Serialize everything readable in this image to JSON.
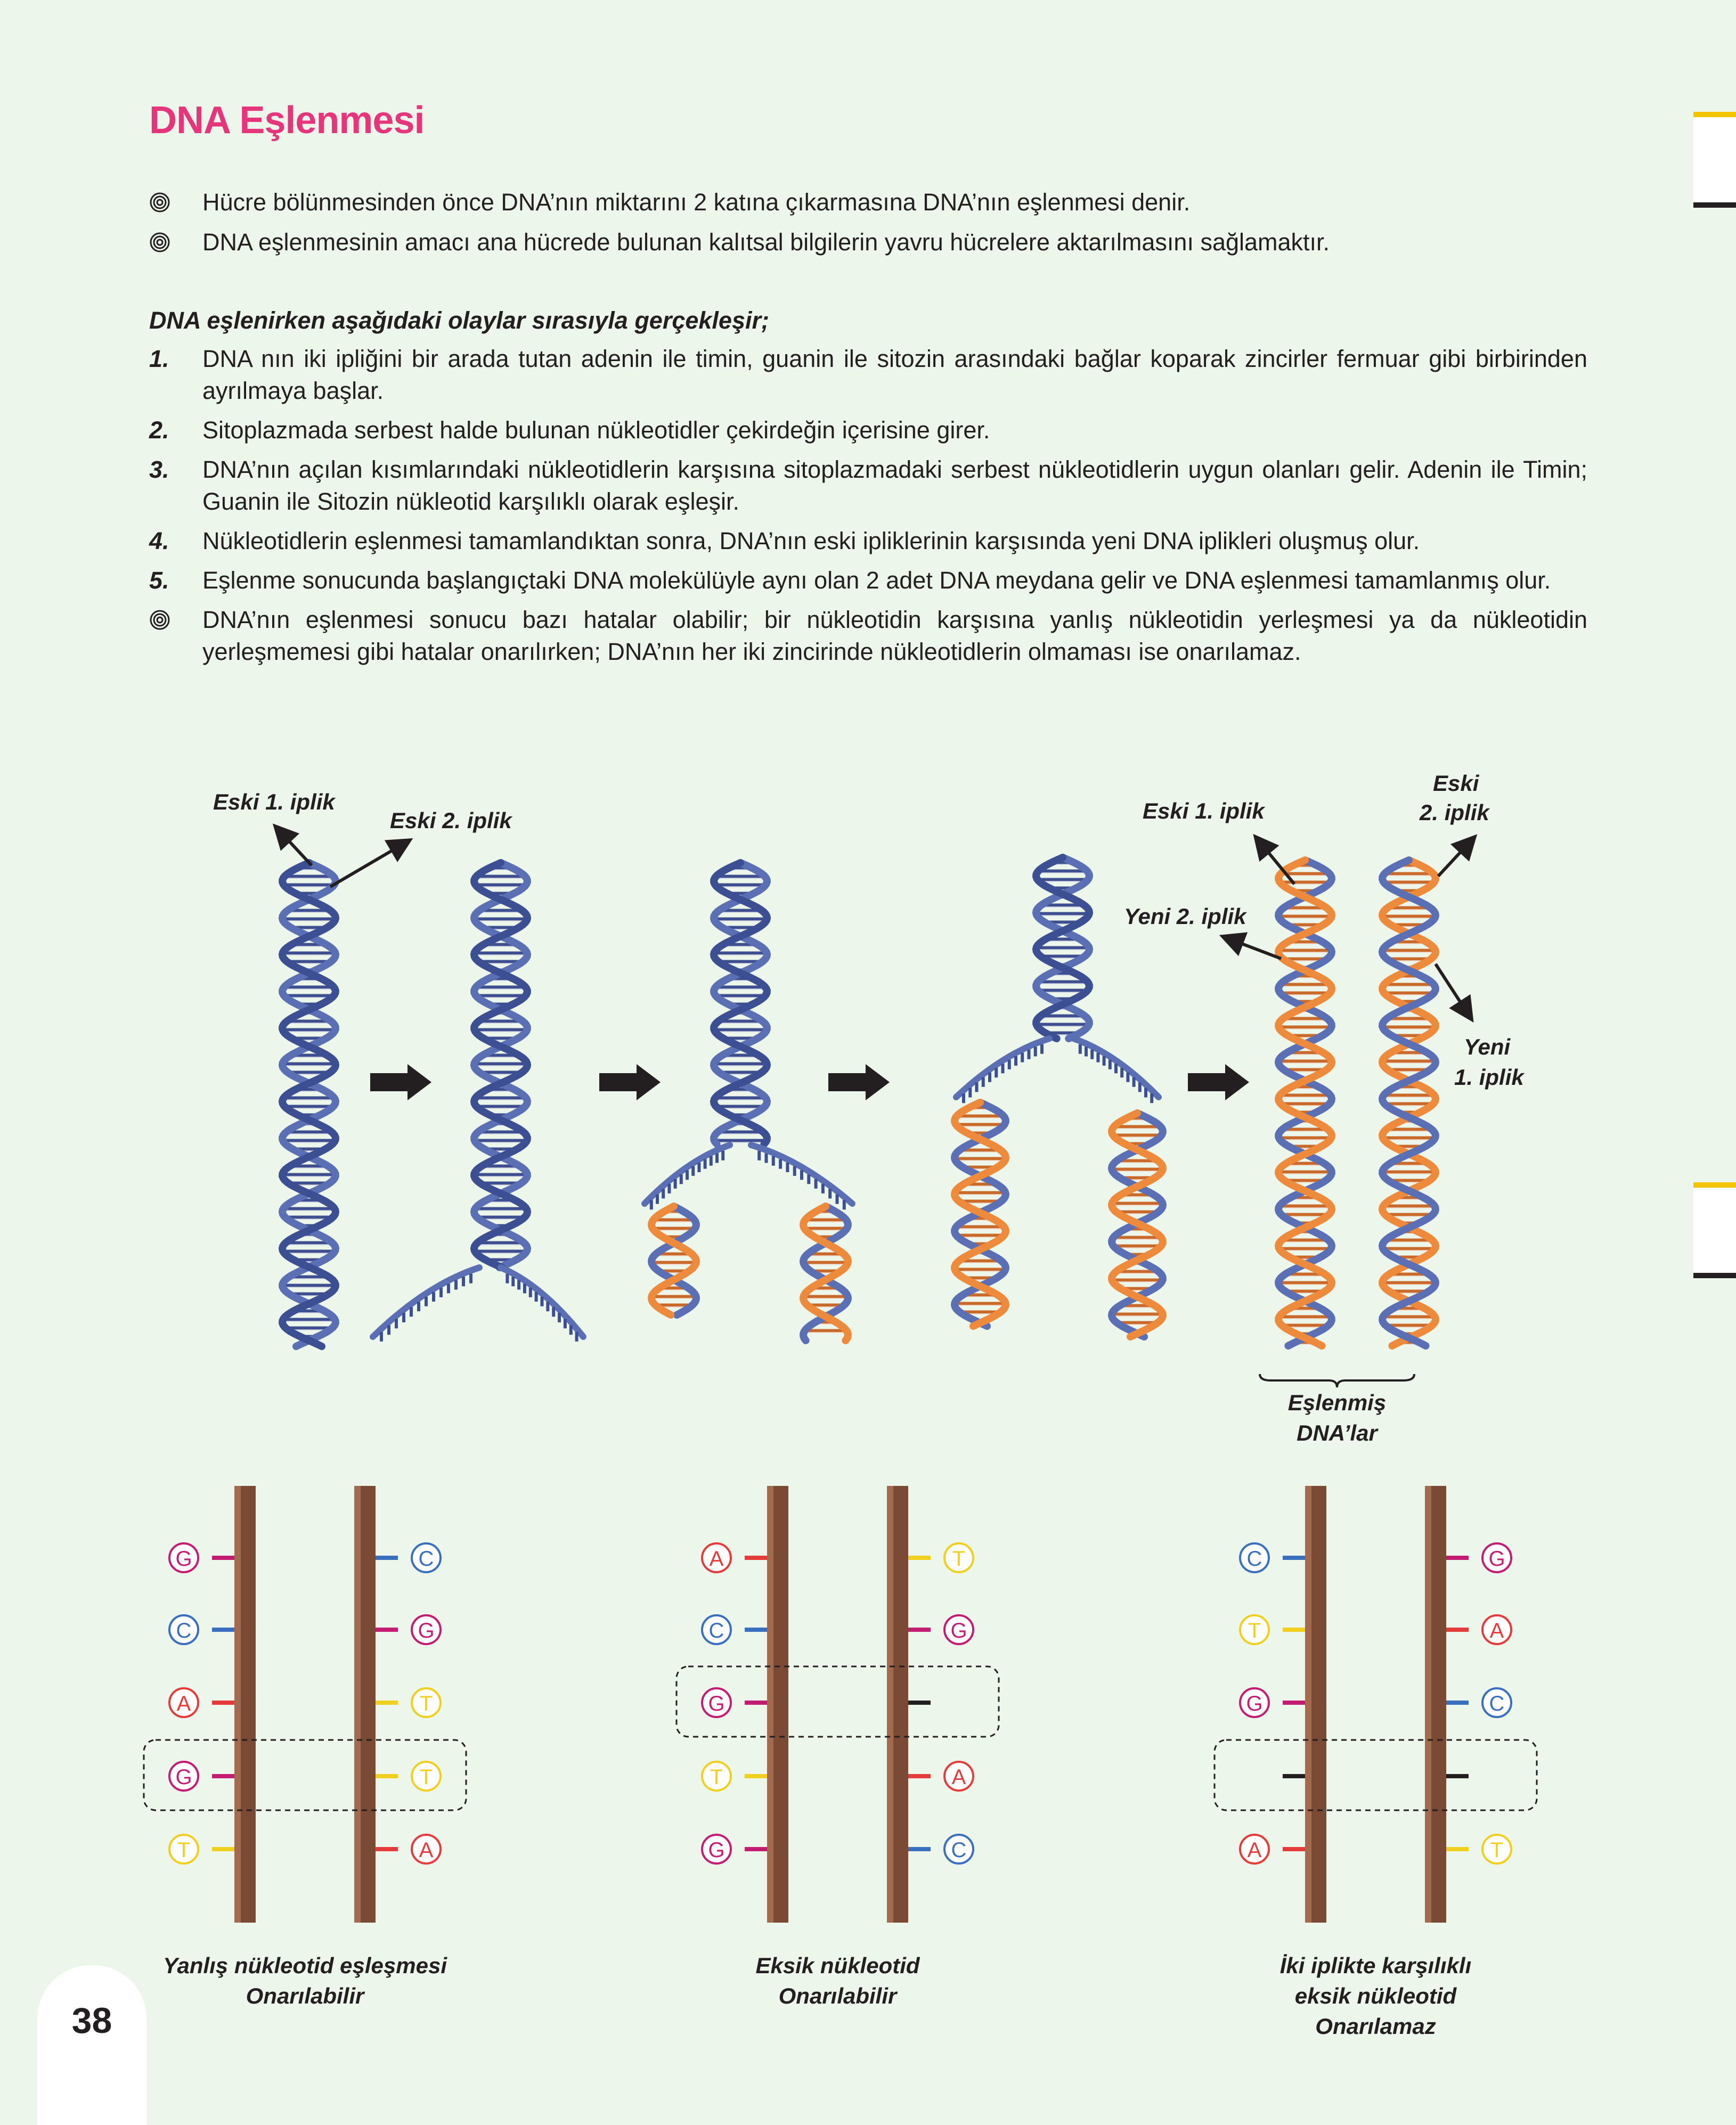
{
  "title": "DNA Eşlenmesi",
  "bullets_top": [
    "Hücre bölünmesinden önce DNA’nın miktarını 2 katına çıkarmasına DNA’nın eşlenmesi denir.",
    "DNA eşlenmesinin amacı ana hücrede bulunan kalıtsal bilgilerin yavru hücrelere aktarılmasını sağlamaktır."
  ],
  "intro": "DNA eşlenirken aşağıdaki olaylar sırasıyla gerçekleşir;",
  "steps": [
    {
      "num": "1.",
      "text": "DNA nın iki ipliğini bir arada tutan adenin ile timin, guanin ile sitozin arasındaki bağlar koparak zincirler fermuar gibi birbirinden ayrılmaya başlar."
    },
    {
      "num": "2.",
      "text": "Sitoplazmada serbest halde bulunan nükleotidler çekirdeğin içerisine girer."
    },
    {
      "num": "3.",
      "text": "DNA’nın açılan kısımlarındaki nükleotidlerin karşısına sitoplazmadaki serbest nükleotidlerin uygun olanları gelir. Adenin ile Timin; Guanin ile Sitozin nükleotid karşılıklı olarak eşleşir."
    },
    {
      "num": "4.",
      "text": "Nükleotidlerin eşlenmesi tamamlandıktan sonra, DNA’nın eski ipliklerinin karşısında yeni DNA iplikleri oluşmuş olur."
    },
    {
      "num": "5.",
      "text": "Eşlenme sonucunda başlangıçtaki DNA molekülüyle aynı olan 2 adet DNA meydana gelir ve DNA eşlenmesi tamamlanmış olur."
    }
  ],
  "bullet_bottom": "DNA’nın eşlenmesi sonucu bazı hatalar olabilir; bir nükleotidin karşısına yanlış nükleotidin yerleşmesi ya da nükleotidin yerleşmemesi gibi hatalar onarılırken; DNA’nın her iki zincirinde nükleotidlerin olmaması ise onarılamaz.",
  "figure_labels": {
    "eski1_left": "Eski 1. iplik",
    "eski2_left": "Eski 2. iplik",
    "eski1_right": "Eski 1. iplik",
    "eski2_right_a": "Eski",
    "eski2_right_b": "2. iplik",
    "yeni2": "Yeni 2. iplik",
    "yeni1_a": "Yeni",
    "yeni1_b": "1. iplik",
    "eslenmis_a": "Eşlenmiş",
    "eslenmis_b": "DNA’lar"
  },
  "repair_panels": [
    {
      "left": [
        "G",
        "C",
        "A",
        "G",
        "T"
      ],
      "right": [
        "C",
        "G",
        "T",
        "T",
        "A"
      ],
      "caption_lines": [
        "Yanlış nükleotid eşleşmesi",
        "Onarılabilir"
      ]
    },
    {
      "left": [
        "A",
        "C",
        "G",
        "T",
        "G"
      ],
      "right": [
        "T",
        "G",
        "",
        "A",
        "C"
      ],
      "caption_lines": [
        "Eksik nükleotid",
        "Onarılabilir"
      ]
    },
    {
      "left": [
        "C",
        "T",
        "G",
        "",
        "A"
      ],
      "right": [
        "G",
        "A",
        "C",
        "",
        "T"
      ],
      "caption_lines": [
        "İki iplikte karşılıklı",
        "eksik nükleotid",
        "Onarılamaz"
      ]
    }
  ],
  "nucleotide_colors": {
    "A": "#e63b3b",
    "T": "#f0cf1f",
    "G": "#c41c73",
    "C": "#3a6fbf",
    "": "#231f20"
  },
  "page_number": "38"
}
